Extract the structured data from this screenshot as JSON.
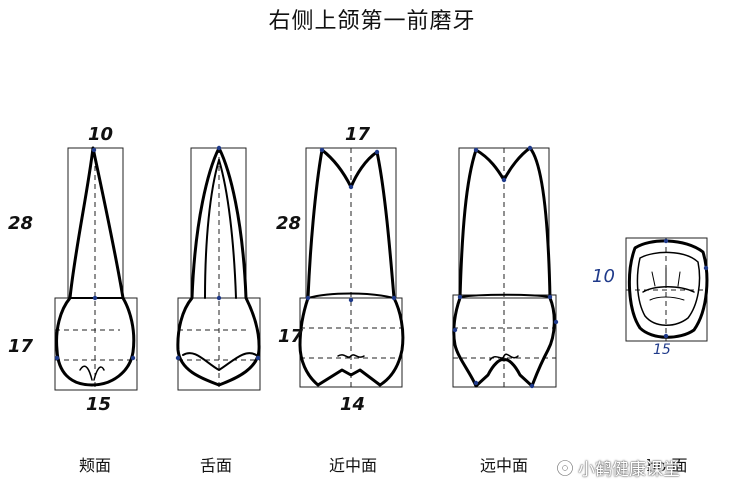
{
  "title": "右侧上颌第一前磨牙",
  "views": [
    {
      "label": "颊面"
    },
    {
      "label": "舌面"
    },
    {
      "label": "近中面"
    },
    {
      "label": "远中面"
    },
    {
      "label": "ho 面"
    }
  ],
  "measurements": {
    "buccal_top": "10",
    "buccal_bottom": "15",
    "mesial_top": "17",
    "mesial_bottom": "14",
    "left_28_a": "28",
    "left_17_a": "17",
    "left_28_b": "28",
    "left_17_b": "17",
    "occlusal_left": "10",
    "occlusal_bottom": "15"
  },
  "watermark": "小鹤健康课堂",
  "colors": {
    "ink": "#111111",
    "marker": "#1f3a8a"
  }
}
